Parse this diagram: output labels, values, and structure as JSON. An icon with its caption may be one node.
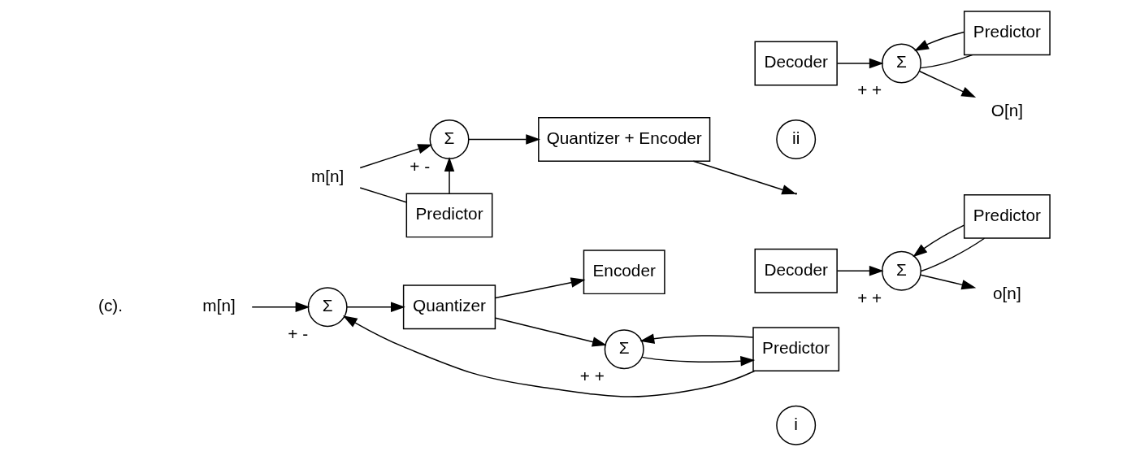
{
  "diagram": {
    "nodes": [
      {
        "text": [
          "m[n]"
        ]
      },
      {
        "text": [
          "Σ"
        ],
        "beside": [
          "+",
          "-"
        ]
      },
      {
        "text": [
          "Quantizer"
        ]
      },
      {
        "text": [
          "Encoder"
        ]
      },
      {
        "text": [
          "Σ"
        ],
        "beside": [
          "+",
          "+"
        ]
      },
      {
        "text": [
          "Predictor"
        ]
      },
      {
        "text": [
          "Decoder"
        ]
      },
      {
        "text": [
          "Σ"
        ],
        "beside": [
          "+",
          "+"
        ]
      },
      {
        "text": [
          "Predictor"
        ]
      },
      {
        "text": [
          "o[n]"
        ]
      },
      {
        "text": [
          "m[n]"
        ]
      },
      {
        "text": [
          "Σ"
        ],
        "beside": [
          "+",
          "-"
        ]
      },
      {
        "text": [
          "Quantizer + Encoder"
        ]
      },
      {
        "text": [
          "Predictor"
        ]
      },
      {
        "text": [
          "Decoder"
        ]
      },
      {
        "text": [
          "Σ"
        ],
        "beside": [
          "+",
          "+"
        ]
      },
      {
        "text": [
          "Predictor"
        ]
      },
      {
        "text": [
          "O[n]"
        ]
      },
      {
        "text": [
          "i"
        ]
      },
      {
        "text": [
          "ii"
        ]
      }
    ],
    "edges": [
      {
        "from": 0,
        "to": 1,
        "arrow": "to"
      },
      {
        "from": 1,
        "to": 2,
        "arrow": "to"
      },
      {
        "from": 2,
        "to": 3,
        "arrow": "to"
      },
      {
        "from": 2,
        "to": 4,
        "arrow": "to"
      },
      {
        "from": 4,
        "to": 5,
        "arrow": "to"
      },
      {
        "from": 5,
        "to": 1,
        "arrow": "to"
      },
      {
        "from": 5,
        "to": 4,
        "arrow": "to"
      },
      {
        "from": 6,
        "to": 7,
        "arrow": "to"
      },
      {
        "from": 7,
        "to": 9,
        "arrow": "to"
      },
      {
        "from": 7,
        "to": 8,
        "arrow": "none"
      },
      {
        "from": 8,
        "to": 7,
        "arrow": "to"
      },
      {
        "from": 10,
        "to": 11,
        "arrow": "to"
      },
      {
        "from": 10,
        "to": 13,
        "arrow": "none"
      },
      {
        "from": 13,
        "to": 11,
        "arrow": "to"
      },
      {
        "from": 11,
        "to": 12,
        "arrow": "to"
      },
      {
        "from": 12,
        "to": null,
        "arrow": "to"
      },
      {
        "from": 14,
        "to": 15,
        "arrow": "to"
      },
      {
        "from": 15,
        "to": 17,
        "arrow": "to"
      },
      {
        "from": 15,
        "to": 16,
        "arrow": "none"
      },
      {
        "from": 16,
        "to": 15,
        "arrow": "to"
      }
    ],
    "labels": [
      "(c)."
    ]
  }
}
